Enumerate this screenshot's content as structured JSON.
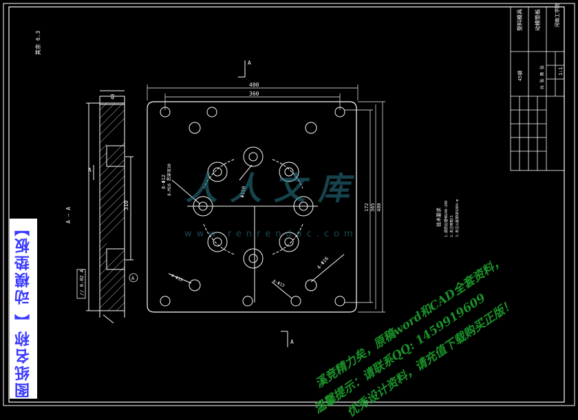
{
  "drawing": {
    "title_vertical": "图纸名称【 动模垫板】",
    "view_label_left": "A — A",
    "view_mark_top": "A",
    "view_mark_bottom": "A",
    "view_mark_side": "A",
    "corner_note": "其余 6.3",
    "tolerance_box": "// 0.02 A",
    "datum_label": "A"
  },
  "dimensions": {
    "top_outer": "400",
    "top_inner": "360",
    "right_total": "400",
    "right_mid": "365",
    "right_inner": "172",
    "left_section_height": "310",
    "left_section_width": "40",
    "hole_pcd_label": "Φ150",
    "hole_callout": "8-Φ12",
    "hole_callout2": "4-Φ13",
    "hole_callout3": "4-Φ16",
    "thread_callout": "8-M16 贯穿深30"
  },
  "notes": {
    "title": "技术要求",
    "lines": [
      "1.调质处理HB240-280",
      "2.未注倒角C1",
      "3.未注公差按GB1804-m"
    ]
  },
  "title_block": {
    "product": "塑料模具",
    "part_name": "动模垫板",
    "material": "45钢",
    "scale": "1:1",
    "sheet": "共 张 第 张",
    "school": "河南工学院"
  },
  "watermark": {
    "logo_text": "人人文库",
    "logo_url": "www.renrendoc.com",
    "promo_lines": [
      "溪竞精力矣，原稿word和CAD全套资料，",
      "温馨提示：请联系QQ: 1459919609",
      "优秀设计资料，请充值下载购买正版！"
    ]
  }
}
